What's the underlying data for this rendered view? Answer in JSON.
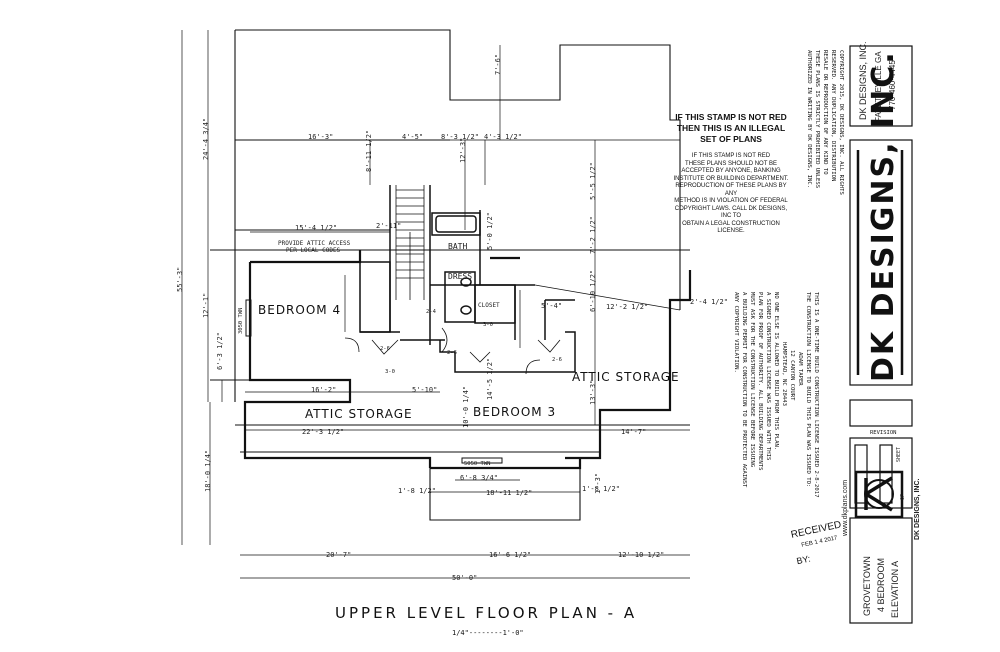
{
  "plan": {
    "title": "UPPER LEVEL FLOOR PLAN - A",
    "scale": "1/4\"--------1'-0\""
  },
  "rooms": {
    "bedroom4": "BEDROOM 4",
    "bedroom3": "BEDROOM 3",
    "attic_left": "ATTIC STORAGE",
    "attic_right": "ATTIC STORAGE",
    "bath": "BATH",
    "dress": "DRESS",
    "closet": "CLOSET",
    "attic_note_1": "PROVIDE ATTIC ACCESS",
    "attic_note_2": "PER LOCAL CODES"
  },
  "dimensions": {
    "d16_3": "16'-3\"",
    "d4_5": "4'-5\"",
    "d8_3": "8'-3 1/2\"",
    "d4_3": "4'-3 1/2\"",
    "d7_6": "7'-6\"",
    "d8_11": "8'-11 1/2\"",
    "d12_3": "12'-3\"",
    "d15_4": "15'-4 1/2\"",
    "d2_11": "2'-11\"",
    "d5_0": "5'-0 1/2\"",
    "d5_5": "5'-5 1/2\"",
    "d7_2": "7'-2 1/2\"",
    "d6_10": "6'-10 1/2\"",
    "d12_2": "12'-2 1/2\"",
    "d2_4": "2'-4 1/2\"",
    "d5_4": "5'-4\"",
    "d12_1": "12'-1\"",
    "d6_3": "6'-3 1/2\"",
    "d16_2": "16'-2\"",
    "d5_10": "5'-10\"",
    "d22_3": "22'-3 1/2\"",
    "d14_7": "14'-7\"",
    "d10_0": "10'-0 1/4\"",
    "d14_5": "14'-5 1/2\"",
    "d13_3": "13'-3\"",
    "d18_0": "18'-0 1/4\"",
    "d55_3": "55'-3\"",
    "d24_4": "24'-4 3/4\"",
    "d6_8": "6'-8 3/4\"",
    "d18_11": "18'-11 1/2\"",
    "d1_8a": "1'-8 1/2\"",
    "d1_8b": "1'-8 1/2\"",
    "d20_7": "20'-7\"",
    "d16_6": "16'-6 1/2\"",
    "d12_10": "12'-10 1/2\"",
    "d50_0": "50'-0\"",
    "w5050": "5050 TWN",
    "w3050": "3050 TWN",
    "d2_6a": "2-6",
    "d2_6b": "2-6",
    "d2_6c": "2-6",
    "d3_0a": "3-0",
    "d3_0b": "3-0",
    "d2_4s": "2-4",
    "d1_3": "1'-3\""
  },
  "stamp": {
    "line1": "IF THIS STAMP IS NOT RED",
    "line2": "THEN THIS IS AN ILLEGAL",
    "line3": "SET OF PLANS",
    "body": [
      "IF THIS STAMP IS NOT RED",
      "THESE PLANS SHOULD NOT BE",
      "ACCEPTED BY ANYONE, BANKING",
      "INSTITUTE OR BUILDING DEPARTMENT.",
      "REPRODUCTION OF THESE PLANS BY ANY",
      "METHOD IS IN VIOLATION OF FEDERAL",
      "COPYRIGHT LAWS. CALL DK DESIGNS, INC TO",
      "OBTAIN A LEGAL CONSTRUCTION LICENSE."
    ]
  },
  "license_note": [
    "THIS IS A ONE-TIME BUILD CONSTRUCTION LICENSE ISSUED 2-8-2017",
    "THE CONSTRUCTION LICENSE TO BUILD THIS PLAN WAS ISSUED TO:",
    "ADAM TAPER",
    "12 CANYON COURT",
    "HAMPSTEAD, NC 28443",
    "NO ONE ELSE IS ALLOWED TO BUILD FROM THIS PLAN.",
    "A SIGNED CONSTRUCTION LICENSE WAS ISSUED WITH THIS",
    "PLAN FOR PROOF OF AUTHORITY. ALL BUILDING DEPARTMENTS",
    "MUST ASK FOR THE CONSTRUCTION LICENSE BEFORE ISSUING",
    "A BUILDING PERMIT FOR CONSTRUCTION TO BE PROTECTED AGAINST",
    "ANY COPYRIGHT VIOLATION."
  ],
  "copyright_note": [
    "COPYRIGHT 2015, DK DESIGNS, INC. ALL RIGHTS",
    "RESERVED. ANY DUPLICATION, DISTRIBUTION",
    "RESALE OR REPRODUCTION OF ANY KIND TO",
    "THESE PLANS IS STRICTLY PROHIBITED UNLESS",
    "AUTHORIZED IN WRITING BY DK DESIGNS, INC."
  ],
  "titleblock": {
    "company": "DK DESIGNS, INC.",
    "company_small": "DK DESIGNS, INC.",
    "city": "FAYETTEVILLE GA",
    "phone": "770-460-4445",
    "project_1": "GROVETOWN",
    "project_2": "4 BEDROOM",
    "project_3": "ELEVATION A",
    "sheet": "SHEET",
    "of": "OF",
    "revision": "REVISION",
    "website": "www.dkplans.com"
  },
  "received": {
    "label": "RECEIVED",
    "date": "FEB 1 4 2017",
    "by": "BY:"
  }
}
